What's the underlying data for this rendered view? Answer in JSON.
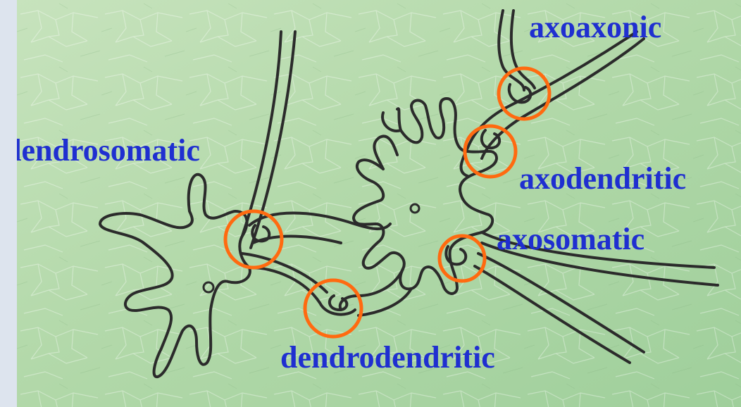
{
  "labels": {
    "axoaxonic": "axoaxonic",
    "dendrosomatic": "dendrosomatic",
    "axodendritic": "axodendritic",
    "axosomatic": "axosomatic",
    "dendrodendritic": "dendrodendritic"
  },
  "colors": {
    "label": "#1f2fd0",
    "synapse_circle": "#ff6a10",
    "outline": "#2b2b2b",
    "background_light": "#c9e3b8",
    "background_dark": "#9ccf9a"
  }
}
